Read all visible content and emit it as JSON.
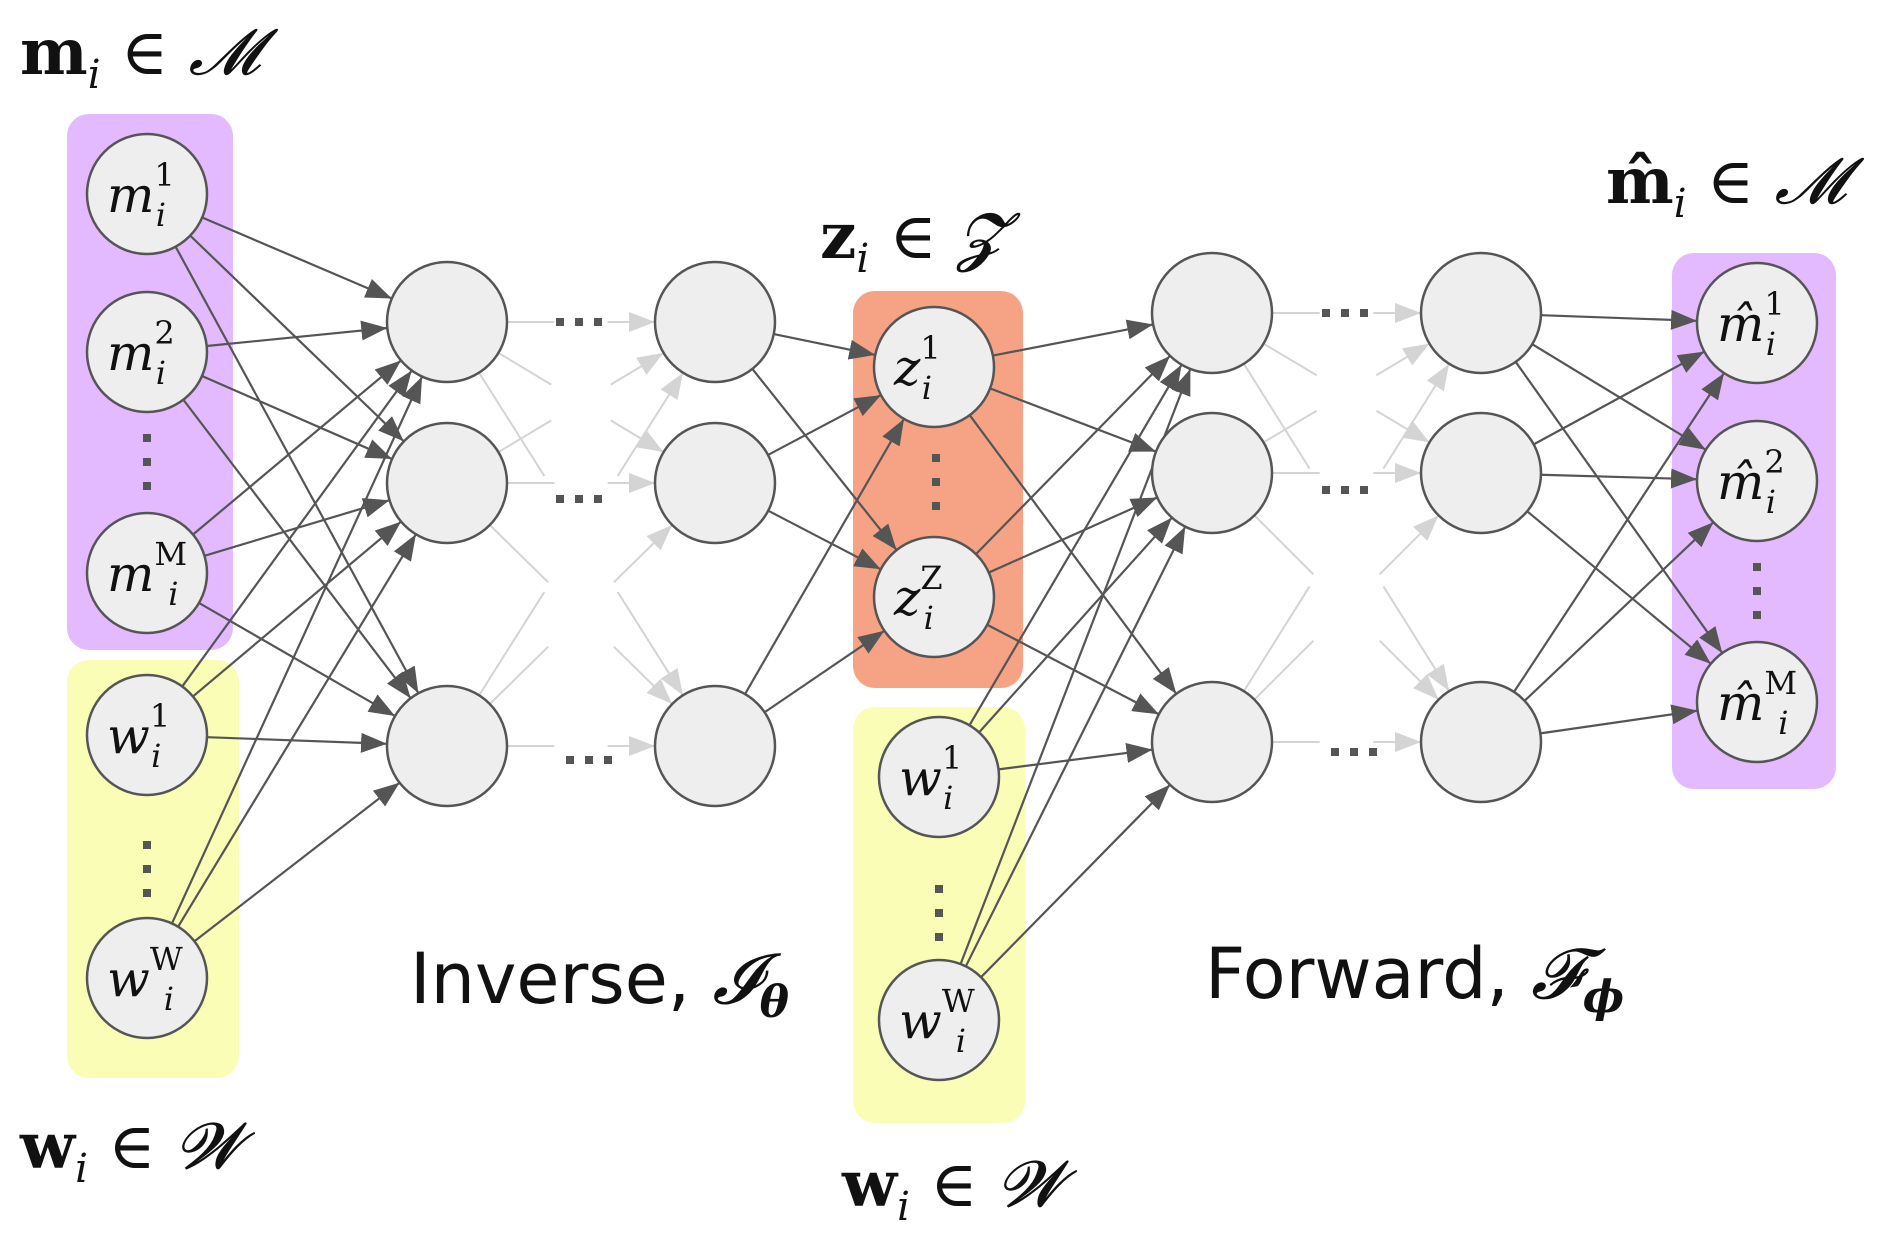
{
  "colors": {
    "input_group": "#e3baff",
    "condition_group": "#f9fdb6",
    "latent_group": "#f6a285",
    "node_fill": "#eeeeee",
    "edge": "#555555",
    "faint_edge": "#d4d4d4"
  },
  "labels": {
    "input_set": {
      "base": "m",
      "sub": "i",
      "rel": " ∈ ",
      "set": "𝓜"
    },
    "condition_set_left": {
      "base": "w",
      "sub": "i",
      "rel": " ∈ ",
      "set": "𝓦"
    },
    "latent_set": {
      "base": "z",
      "sub": "i",
      "rel": " ∈ ",
      "set": "𝓩"
    },
    "condition_set_mid": {
      "base": "w",
      "sub": "i",
      "rel": " ∈ ",
      "set": "𝓦"
    },
    "output_set": {
      "base": "m̂",
      "sub": "i",
      "rel": " ∈ ",
      "set": "𝓜"
    }
  },
  "captions": {
    "inverse": {
      "text": "Inverse, ",
      "symbol": "𝓘",
      "sub": "θ"
    },
    "forward": {
      "text": "Forward, ",
      "symbol": "𝓕",
      "sub": "ϕ"
    }
  },
  "networks": {
    "input_nodes": [
      {
        "base": "m",
        "sup": "1",
        "sub": "i"
      },
      {
        "base": "m",
        "sup": "2",
        "sub": "i"
      },
      {
        "base": "m",
        "sup": "M",
        "sub": "i"
      }
    ],
    "input_condition_nodes": [
      {
        "base": "w",
        "sup": "1",
        "sub": "i"
      },
      {
        "base": "w",
        "sup": "W",
        "sub": "i"
      }
    ],
    "latent_nodes": [
      {
        "base": "z",
        "sup": "1",
        "sub": "i"
      },
      {
        "base": "z",
        "sup": "Z",
        "sub": "i"
      }
    ],
    "mid_condition_nodes": [
      {
        "base": "w",
        "sup": "1",
        "sub": "i"
      },
      {
        "base": "w",
        "sup": "W",
        "sub": "i"
      }
    ],
    "output_nodes": [
      {
        "base": "m̂",
        "sup": "1",
        "sub": "i"
      },
      {
        "base": "m̂",
        "sup": "2",
        "sub": "i"
      },
      {
        "base": "m̂",
        "sup": "M",
        "sub": "i"
      }
    ],
    "hidden_layers": {
      "inverse": 2,
      "forward": 2,
      "nodes_per_layer": 3
    },
    "ellipsis": "⋯"
  }
}
